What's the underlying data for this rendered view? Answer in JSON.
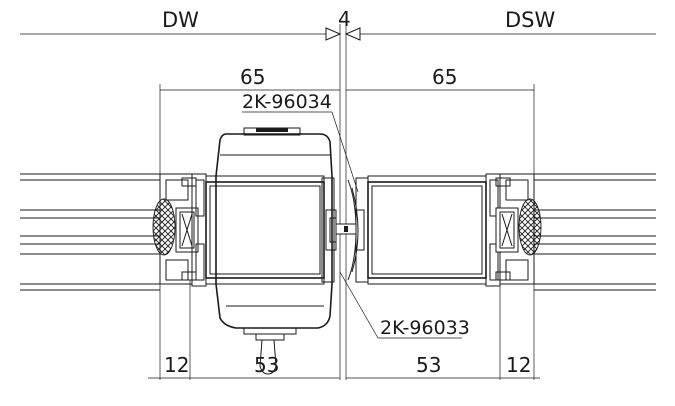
{
  "labels": {
    "left_profile": "DW",
    "right_profile": "DSW"
  },
  "dimensions": {
    "gap": "4",
    "left_width": "65",
    "right_width": "65",
    "left_edge": "12",
    "left_body": "53",
    "right_body": "53",
    "right_edge": "12"
  },
  "parts": {
    "upper_part": "2K-96034",
    "lower_part": "2K-96033"
  },
  "colors": {
    "line": "#1a1a1a",
    "background": "#ffffff"
  }
}
